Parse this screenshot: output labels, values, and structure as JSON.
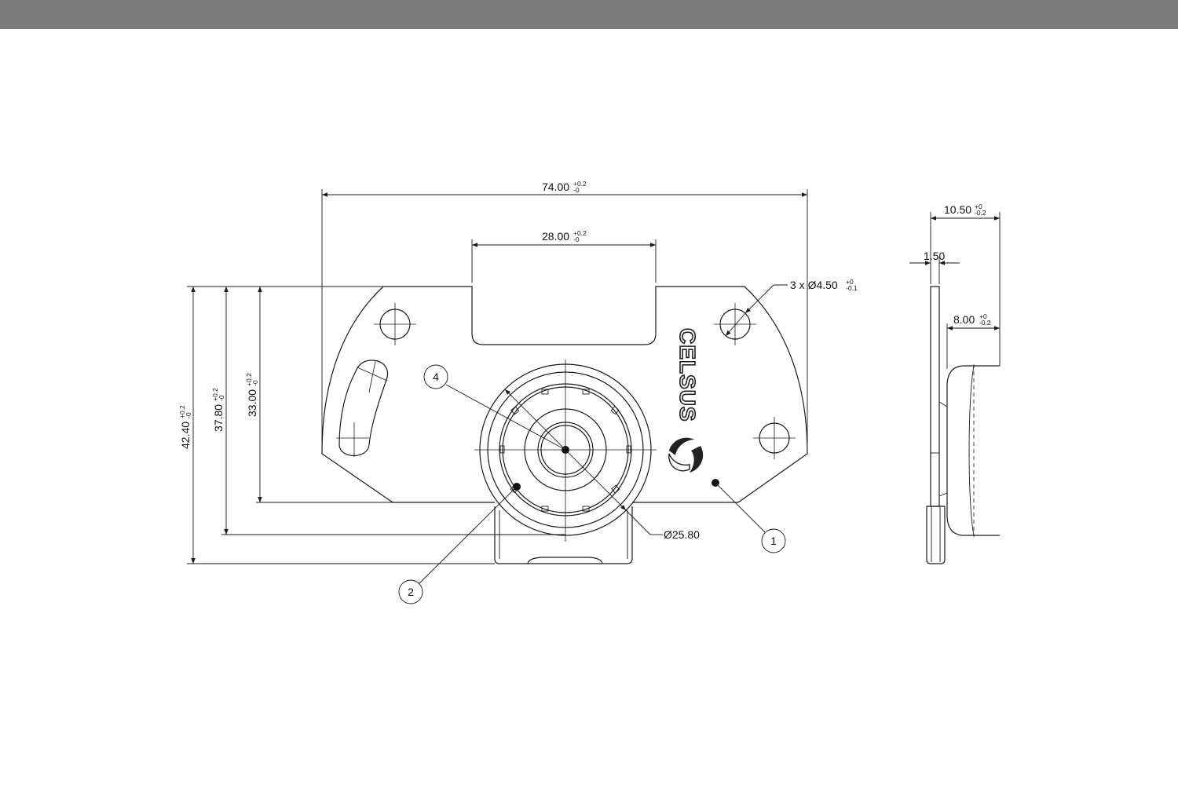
{
  "dimensions": {
    "width_total": {
      "value": "74.00",
      "tol_upper": "+0.2",
      "tol_lower": "-0"
    },
    "slot_width": {
      "value": "28.00",
      "tol_upper": "+0.2",
      "tol_lower": "-0"
    },
    "height_total": {
      "value": "42.40",
      "tol_upper": "+0.2",
      "tol_lower": "-0"
    },
    "height_mid": {
      "value": "37.80",
      "tol_upper": "+0.2",
      "tol_lower": "-0"
    },
    "height_plate": {
      "value": "33.00",
      "tol_upper": "+0.2",
      "tol_lower": "-0"
    },
    "holes": {
      "value": "3 x Ø4.50",
      "tol_upper": "+0",
      "tol_lower": "-0.1"
    },
    "diameter": {
      "value": "Ø25.80"
    },
    "thickness_total": {
      "value": "10.50",
      "tol_upper": "+0",
      "tol_lower": "-0.2"
    },
    "plate_thickness": {
      "value": "1.50"
    },
    "wheel_width": {
      "value": "8.00",
      "tol_upper": "+0",
      "tol_lower": "-0.2"
    }
  },
  "balloons": [
    "1",
    "2",
    "4"
  ],
  "logo": {
    "text": "CELSUS",
    "icon": "celsus-swirl-icon"
  },
  "colors": {
    "top_bar": "#7c7c7c",
    "line": "#1a1a1a",
    "background": "#ffffff"
  }
}
